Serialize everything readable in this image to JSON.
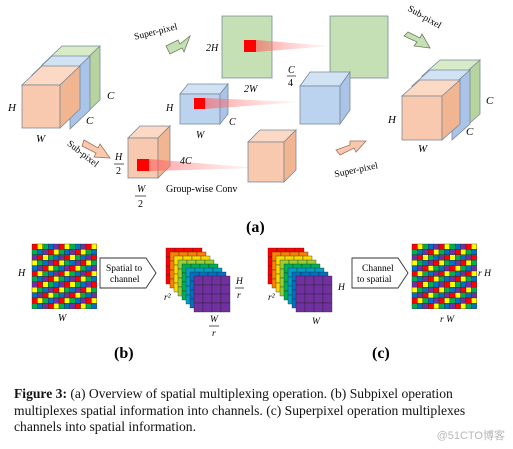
{
  "figure": {
    "panel_a": {
      "label": "(a)",
      "arrows": {
        "super_pixel_top": "Super-pixel",
        "sub_pixel_top": "Sub-pixel",
        "sub_pixel_left": "Sub-pixel",
        "super_pixel_bottom": "Super-pixel"
      },
      "dims": {
        "H": "H",
        "W": "W",
        "C": "C",
        "two_H": "2H",
        "two_W": "2W",
        "C_over": "C",
        "four": "4",
        "H_over": "H",
        "two": "2",
        "W_over": "W",
        "four_C": "4C"
      },
      "group_conv_label": "Group-wise Conv"
    },
    "panel_b": {
      "label": "(b)",
      "box_line1": "Spatial to",
      "box_line2": "channel",
      "H": "H",
      "W": "W",
      "r2": "r²",
      "r": "r"
    },
    "panel_c": {
      "label": "(c)",
      "box_line1": "Channel",
      "box_line2": "to spatial",
      "H": "H",
      "W": "W",
      "r2": "r²",
      "rH": "r H",
      "rW": "r W"
    },
    "colors": {
      "peach": "#f8c9ae",
      "blue": "#bcd3ef",
      "green": "#c5e0b4",
      "highlight": "#ff0000",
      "checker": [
        "#ff0000",
        "#ffff00",
        "#00b050",
        "#0070c0",
        "#7030a0"
      ]
    }
  },
  "caption": {
    "lead": "Figure 3:",
    "text": " (a) Overview of spatial multiplexing operation. (b) Subpixel operation multiplexes spatial information into channels. (c) Superpixel operation multiplexes channels into spatial information."
  },
  "watermark": "@51CTO博客"
}
